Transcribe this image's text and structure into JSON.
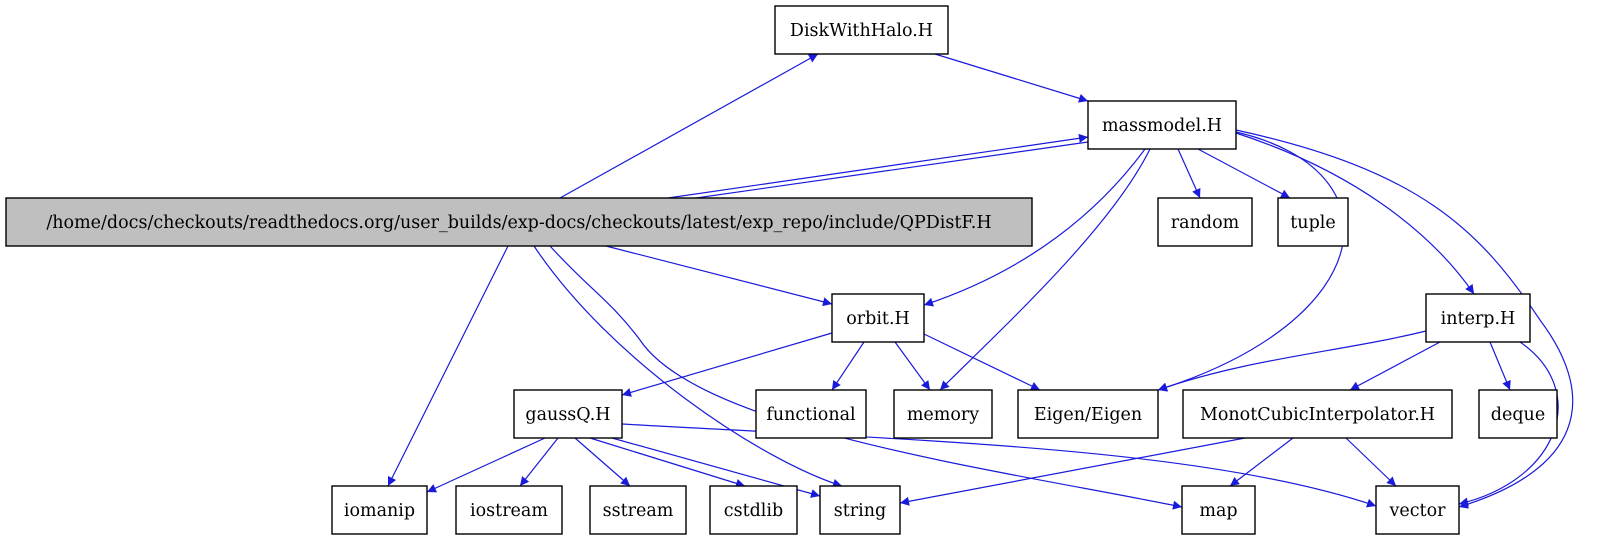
{
  "nodes": [
    {
      "id": "root",
      "label": "/home/docs/checkouts/readthedocs.org/user_builds/exp-docs/checkouts/latest/exp_repo/include/QPDistF.H",
      "highlighted": true
    },
    {
      "id": "diskwithhalo",
      "label": "DiskWithHalo.H"
    },
    {
      "id": "massmodel",
      "label": "massmodel.H"
    },
    {
      "id": "orbit",
      "label": "orbit.H"
    },
    {
      "id": "random",
      "label": "random"
    },
    {
      "id": "tuple",
      "label": "tuple"
    },
    {
      "id": "interp",
      "label": "interp.H"
    },
    {
      "id": "gaussq",
      "label": "gaussQ.H"
    },
    {
      "id": "functional",
      "label": "functional"
    },
    {
      "id": "memory",
      "label": "memory"
    },
    {
      "id": "eigen",
      "label": "Eigen/Eigen"
    },
    {
      "id": "monot",
      "label": "MonotCubicInterpolator.H"
    },
    {
      "id": "deque",
      "label": "deque"
    },
    {
      "id": "iomanip",
      "label": "iomanip"
    },
    {
      "id": "iostream",
      "label": "iostream"
    },
    {
      "id": "sstream",
      "label": "sstream"
    },
    {
      "id": "cstdlib",
      "label": "cstdlib"
    },
    {
      "id": "string",
      "label": "string"
    },
    {
      "id": "map",
      "label": "map"
    },
    {
      "id": "vector",
      "label": "vector"
    }
  ],
  "edges": [
    {
      "from": "root",
      "to": "diskwithhalo"
    },
    {
      "from": "root",
      "to": "massmodel"
    },
    {
      "from": "root",
      "to": "orbit"
    },
    {
      "from": "root",
      "to": "iomanip"
    },
    {
      "from": "root",
      "to": "string"
    },
    {
      "from": "root",
      "to": "map"
    },
    {
      "from": "diskwithhalo",
      "to": "massmodel"
    },
    {
      "from": "massmodel",
      "to": "root"
    },
    {
      "from": "massmodel",
      "to": "orbit"
    },
    {
      "from": "massmodel",
      "to": "memory"
    },
    {
      "from": "massmodel",
      "to": "random"
    },
    {
      "from": "massmodel",
      "to": "tuple"
    },
    {
      "from": "massmodel",
      "to": "eigen"
    },
    {
      "from": "massmodel",
      "to": "interp"
    },
    {
      "from": "massmodel",
      "to": "vector"
    },
    {
      "from": "orbit",
      "to": "gaussq"
    },
    {
      "from": "orbit",
      "to": "functional"
    },
    {
      "from": "orbit",
      "to": "memory"
    },
    {
      "from": "orbit",
      "to": "eigen"
    },
    {
      "from": "interp",
      "to": "eigen"
    },
    {
      "from": "interp",
      "to": "monot"
    },
    {
      "from": "interp",
      "to": "deque"
    },
    {
      "from": "interp",
      "to": "vector"
    },
    {
      "from": "gaussq",
      "to": "iomanip"
    },
    {
      "from": "gaussq",
      "to": "iostream"
    },
    {
      "from": "gaussq",
      "to": "sstream"
    },
    {
      "from": "gaussq",
      "to": "cstdlib"
    },
    {
      "from": "gaussq",
      "to": "string"
    },
    {
      "from": "gaussq",
      "to": "vector"
    },
    {
      "from": "monot",
      "to": "string"
    },
    {
      "from": "monot",
      "to": "map"
    },
    {
      "from": "monot",
      "to": "vector"
    }
  ],
  "colors": {
    "edge": "#1a1adb",
    "node_border": "#000000",
    "root_fill": "#bfbfbf",
    "node_fill": "#ffffff"
  }
}
